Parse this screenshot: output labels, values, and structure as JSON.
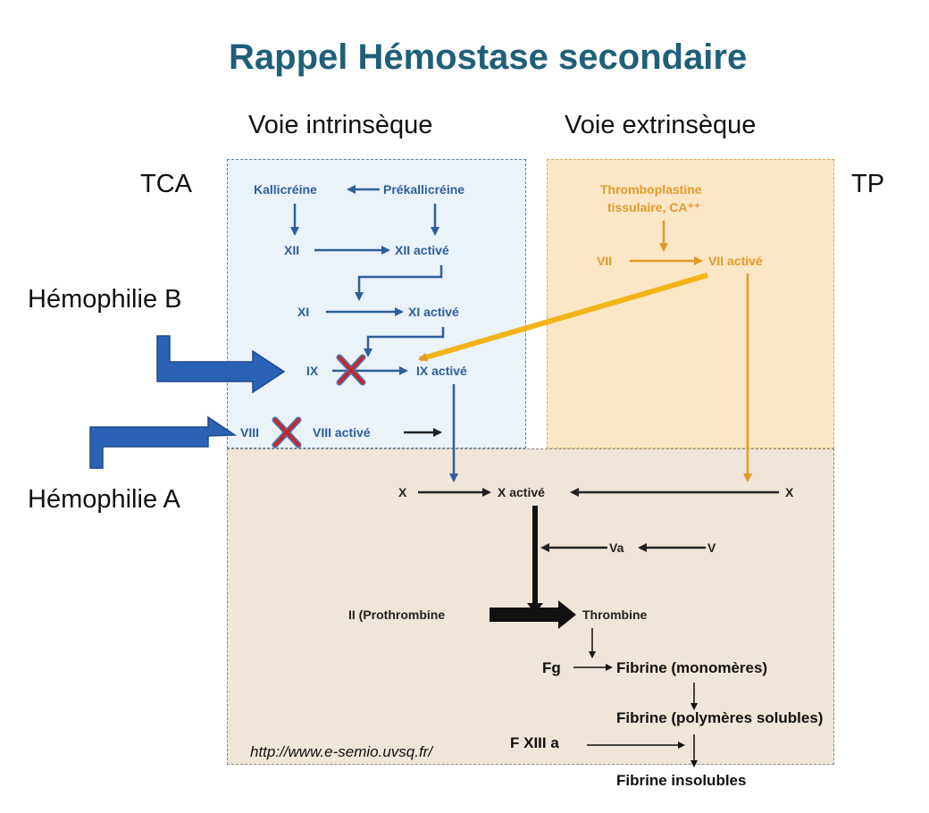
{
  "title": "Rappel Hémostase secondaire",
  "pathways": {
    "intrinsic": "Voie  intrinsèque",
    "extrinsic": "Voie extrinsèque"
  },
  "tests": {
    "left": "TCA",
    "right": "TP"
  },
  "diseases": {
    "b": "Hémophilie B",
    "a": "Hémophilie A"
  },
  "intrinsic_nodes": {
    "kallicreine": "Kallicréine",
    "prekallicreine": "Prékallicréine",
    "xii": "XII",
    "xii_active": "XII activé",
    "xi": "XI",
    "xi_active": "XI activé",
    "ix": "IX",
    "ix_active": "IX activé",
    "viii": "VIII",
    "viii_active": "VIII activé"
  },
  "extrinsic_nodes": {
    "thromboplastine": "Thromboplastine",
    "tissulaire": "tissulaire, CA⁺⁺",
    "vii": "VII",
    "vii_active": "VII activé"
  },
  "common_nodes": {
    "x_left": "X",
    "x_active": "X activé",
    "x_right": "X",
    "va": "Va",
    "v": "V",
    "prothrombine": "II (Prothrombine",
    "thrombine": "Thrombine",
    "fg": "Fg",
    "fibrine_mono": "Fibrine (monomères)",
    "fibrine_poly": "Fibrine (polymères solubles)",
    "fxiii": "F XIII a",
    "fibrine_insol": "Fibrine insolubles"
  },
  "source_url": "http://www.e-semio.uvsq.fr/",
  "colors": {
    "title": "#1f5f7a",
    "intrinsic": "#2e5f9b",
    "extrinsic": "#e39a2a",
    "cross": "#c0282d",
    "hemophilia_arrow": "#2a63b5"
  }
}
